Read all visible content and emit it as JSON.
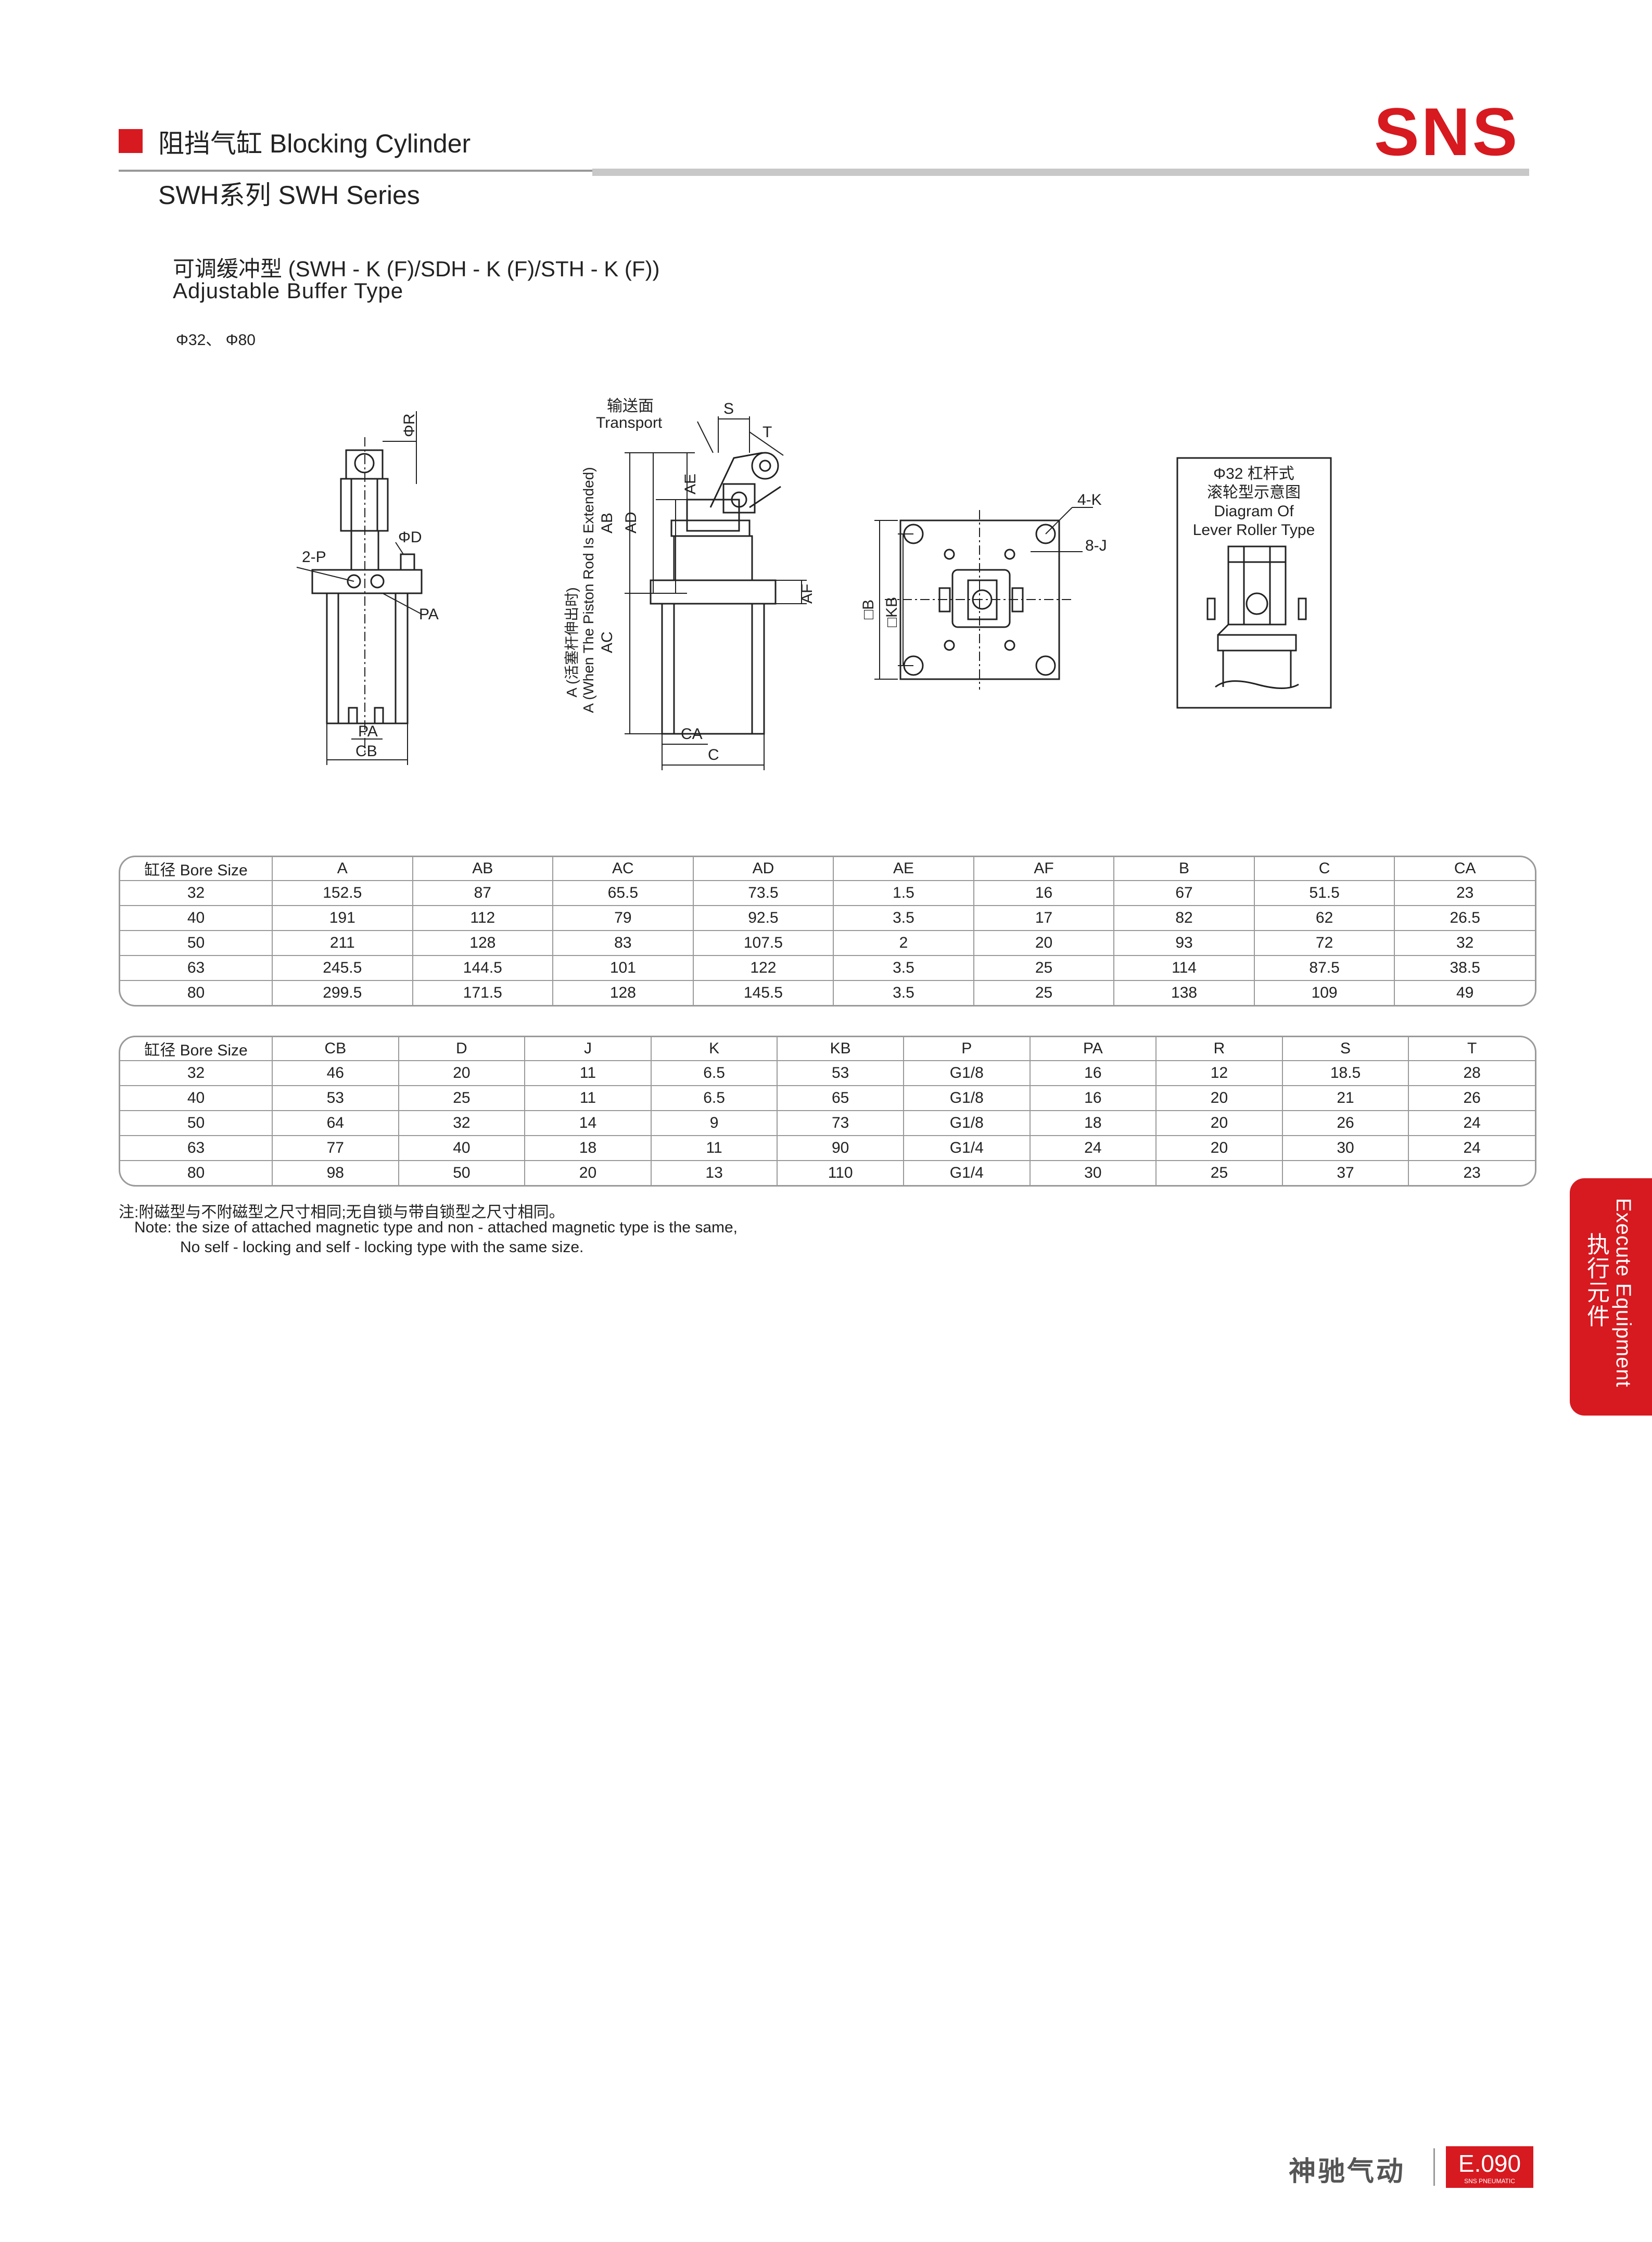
{
  "header": {
    "title": "阻挡气缸 Blocking Cylinder",
    "series": "SWH系列 SWH Series",
    "logo": "SNS",
    "accent_color": "#d71920"
  },
  "section": {
    "type_cn": "可调缓冲型 (SWH - K (F)/SDH - K (F)/STH - K (F))",
    "type_en": "Adjustable Buffer Type",
    "bores": "Φ32、 Φ80"
  },
  "drawing": {
    "phiR": "ΦR",
    "phiD": "ΦD",
    "two_p": "2-P",
    "pa": "PA",
    "cb": "CB",
    "transport_cn": "输送面",
    "transport_en": "Transport",
    "s": "S",
    "t": "T",
    "ae": "AE",
    "ab": "AB",
    "ad": "AD",
    "ac": "AC",
    "af": "AF",
    "ca": "CA",
    "c": "C",
    "a_cn": "A (活塞杆伸出时)",
    "a_en": "A (When The Piston Rod Is Extended)",
    "four_k": "4-K",
    "eight_j": "8-J",
    "sq_b": "□B",
    "sq_kb": "□KB",
    "lever_t1": "Φ32 杠杆式",
    "lever_t2": "滚轮型示意图",
    "lever_t3": "Diagram Of",
    "lever_t4": "Lever Roller Type"
  },
  "table1": {
    "headers": [
      "缸径 Bore Size",
      "A",
      "AB",
      "AC",
      "AD",
      "AE",
      "AF",
      "B",
      "C",
      "CA"
    ],
    "rows": [
      [
        "32",
        "152.5",
        "87",
        "65.5",
        "73.5",
        "1.5",
        "16",
        "67",
        "51.5",
        "23"
      ],
      [
        "40",
        "191",
        "112",
        "79",
        "92.5",
        "3.5",
        "17",
        "82",
        "62",
        "26.5"
      ],
      [
        "50",
        "211",
        "128",
        "83",
        "107.5",
        "2",
        "20",
        "93",
        "72",
        "32"
      ],
      [
        "63",
        "245.5",
        "144.5",
        "101",
        "122",
        "3.5",
        "25",
        "114",
        "87.5",
        "38.5"
      ],
      [
        "80",
        "299.5",
        "171.5",
        "128",
        "145.5",
        "3.5",
        "25",
        "138",
        "109",
        "49"
      ]
    ]
  },
  "table2": {
    "headers": [
      "缸径 Bore Size",
      "CB",
      "D",
      "J",
      "K",
      "KB",
      "P",
      "PA",
      "R",
      "S",
      "T"
    ],
    "rows": [
      [
        "32",
        "46",
        "20",
        "11",
        "6.5",
        "53",
        "G1/8",
        "16",
        "12",
        "18.5",
        "28"
      ],
      [
        "40",
        "53",
        "25",
        "11",
        "6.5",
        "65",
        "G1/8",
        "16",
        "20",
        "21",
        "26"
      ],
      [
        "50",
        "64",
        "32",
        "14",
        "9",
        "73",
        "G1/8",
        "18",
        "20",
        "26",
        "24"
      ],
      [
        "63",
        "77",
        "40",
        "18",
        "11",
        "90",
        "G1/4",
        "24",
        "20",
        "30",
        "24"
      ],
      [
        "80",
        "98",
        "50",
        "20",
        "13",
        "110",
        "G1/4",
        "30",
        "25",
        "37",
        "23"
      ]
    ]
  },
  "notes": {
    "cn": "注:附磁型与不附磁型之尺寸相同;无自锁与带自锁型之尺寸相同。",
    "en1": "Note: the size of attached magnetic type and non - attached magnetic type is the same,",
    "en2": "No self - locking and self - locking type with the same size."
  },
  "side_tab": {
    "en": "Execute Equipment",
    "cn": "执行元件"
  },
  "footer": {
    "brand_cn": "神驰气动",
    "page": "E.090",
    "small": "SNS PNEUMATIC"
  }
}
